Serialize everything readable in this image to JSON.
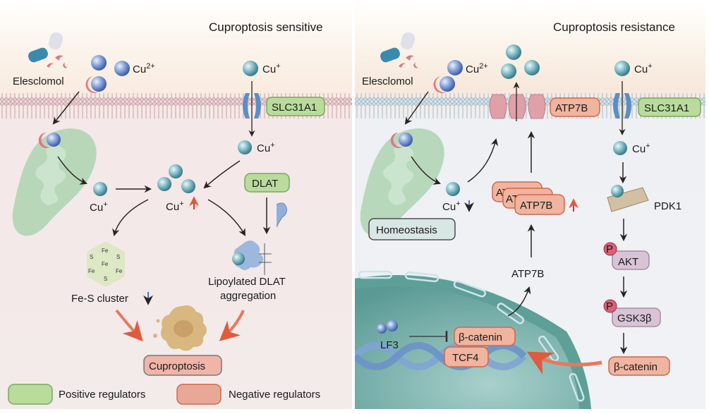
{
  "left_panel": {
    "title": "Cuproptosis sensitive",
    "elesclomol": "Elesclomol",
    "cu2": "Cu",
    "cu2_sup": "2+",
    "cu_plus": "Cu",
    "plus_sup": "+",
    "slc31a1": "SLC31A1",
    "dlat": "DLAT",
    "fes_cluster": "Fe-S cluster",
    "lipoylated_line1": "Lipoylated DLAT",
    "lipoylated_line2": "aggregation",
    "cuproptosis": "Cuproptosis",
    "fe": "Fe",
    "s": "S"
  },
  "legend": {
    "positive": "Positive regulators",
    "negative": "Negative regulators",
    "positive_color": "#a8d08d",
    "negative_color": "#e8a898"
  },
  "right_panel": {
    "title": "Cuproptosis resistance",
    "elesclomol": "Elesclomol",
    "cu2": "Cu",
    "cu2_sup": "2+",
    "cu_plus": "Cu",
    "plus_sup": "+",
    "atp7b": "ATP7B",
    "slc31a1": "SLC31A1",
    "homeostasis": "Homeostasis",
    "pdk1": "PDK1",
    "p": "P",
    "akt": "AKT",
    "gsk3b": "GSK3β",
    "beta_catenin": "β-catenin",
    "tcf4": "TCF4",
    "lf3": "LF3"
  },
  "colors": {
    "positive_box": "#b9dc9c",
    "negative_box": "#f0b4a0",
    "kinase_box": "#d8c4d6",
    "up_arrow": "#e03020",
    "down_arrow": "#5070c0"
  }
}
